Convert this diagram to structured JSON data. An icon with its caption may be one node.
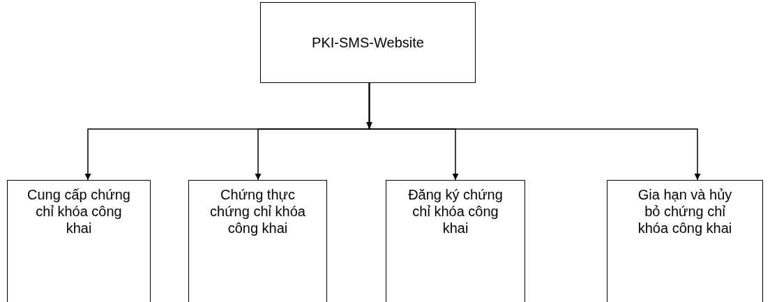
{
  "diagram": {
    "nodes": [
      {
        "text": [
          "PKI-SMS-Website"
        ]
      },
      {
        "text": [
          "Cung cấp chứng chỉ khóa công khai"
        ]
      },
      {
        "text": [
          "Chứng thực chứng chỉ khóa công khai"
        ]
      },
      {
        "text": [
          "Đăng ký chứng chỉ khóa công khai"
        ]
      },
      {
        "text": [
          "Gia hạn và hủy bỏ chứng chỉ khóa công khai"
        ]
      }
    ],
    "edges": [
      {
        "from": 0,
        "to": 1,
        "arrow": "to"
      },
      {
        "from": 0,
        "to": 2,
        "arrow": "to"
      },
      {
        "from": 0,
        "to": 3,
        "arrow": "to"
      },
      {
        "from": 0,
        "to": 4,
        "arrow": "to"
      }
    ]
  }
}
